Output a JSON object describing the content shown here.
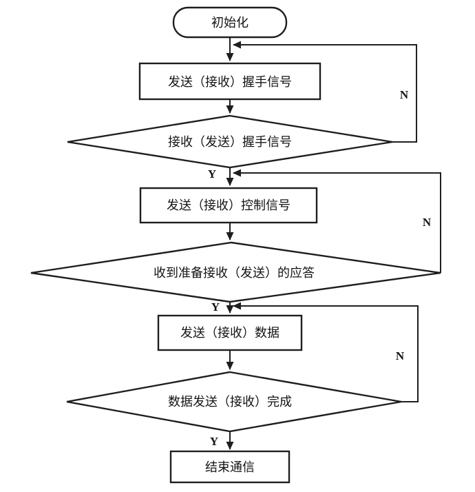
{
  "flowchart": {
    "type": "flowchart",
    "language": "zh",
    "nodes": [
      {
        "id": "start",
        "shape": "terminator",
        "label": "初始化"
      },
      {
        "id": "send-handshake",
        "shape": "process",
        "label": "发送（接收）握手信号"
      },
      {
        "id": "recv-handshake",
        "shape": "decision",
        "label": "接收（发送）握手信号"
      },
      {
        "id": "send-control",
        "shape": "process",
        "label": "发送（接收）控制信号"
      },
      {
        "id": "recv-ready-ack",
        "shape": "decision",
        "label": "收到准备接收（发送）的应答"
      },
      {
        "id": "send-data",
        "shape": "process",
        "label": "发送（接收）数据"
      },
      {
        "id": "data-complete",
        "shape": "decision",
        "label": "数据发送（接收）完成"
      },
      {
        "id": "end",
        "shape": "terminator",
        "label": "结束通信"
      }
    ],
    "edges": [
      {
        "from": "start",
        "to": "send-handshake",
        "label": ""
      },
      {
        "from": "send-handshake",
        "to": "recv-handshake",
        "label": ""
      },
      {
        "from": "recv-handshake",
        "to": "send-control",
        "label": "Y"
      },
      {
        "from": "recv-handshake",
        "to": "send-handshake",
        "label": "N"
      },
      {
        "from": "send-control",
        "to": "recv-ready-ack",
        "label": ""
      },
      {
        "from": "recv-ready-ack",
        "to": "send-data",
        "label": "Y"
      },
      {
        "from": "recv-ready-ack",
        "to": "send-control",
        "label": "N"
      },
      {
        "from": "send-data",
        "to": "data-complete",
        "label": ""
      },
      {
        "from": "data-complete",
        "to": "end",
        "label": "Y"
      },
      {
        "from": "data-complete",
        "to": "send-data",
        "label": "N"
      }
    ],
    "edge_labels": {
      "yes": "Y",
      "no": "N"
    },
    "colors": {
      "stroke": "#1e1e1e",
      "text": "#141414",
      "background": "#ffffff"
    }
  }
}
